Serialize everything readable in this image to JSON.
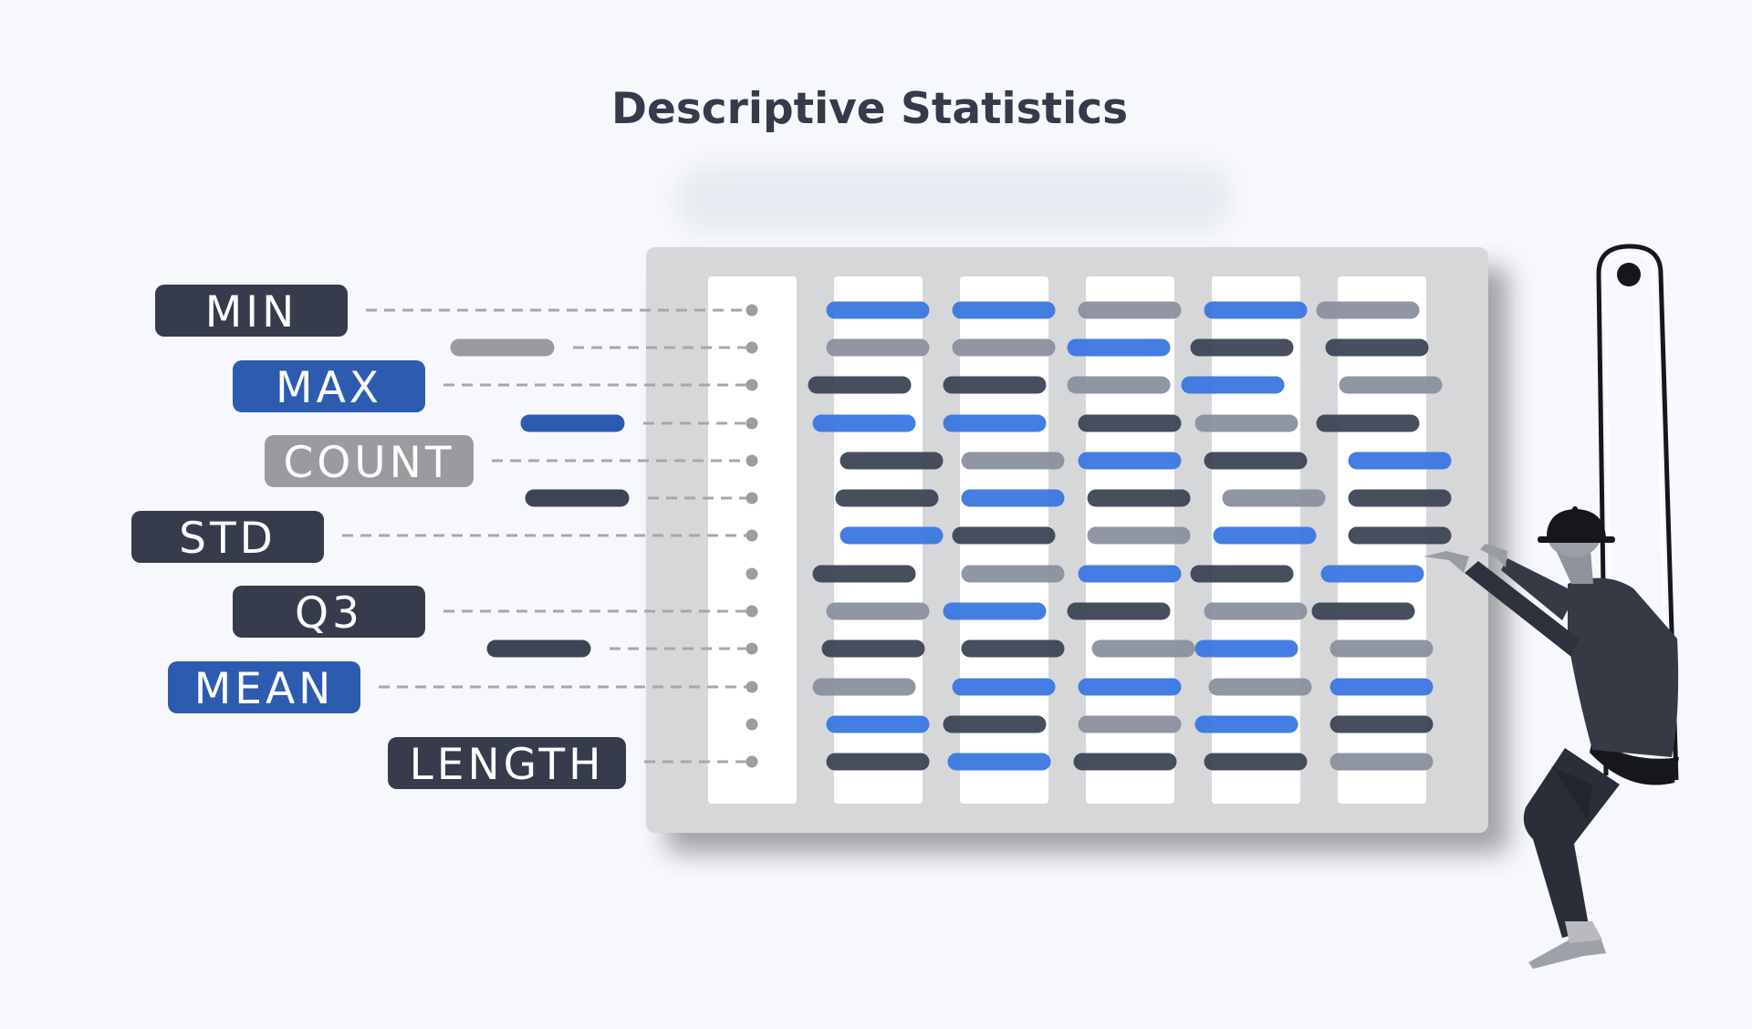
{
  "title": "Descriptive Statistics",
  "labels": [
    {
      "text": "MIN",
      "style": "dark"
    },
    {
      "text": "MAX",
      "style": "blue"
    },
    {
      "text": "COUNT",
      "style": "gray"
    },
    {
      "text": "STD",
      "style": "dark"
    },
    {
      "text": "Q3",
      "style": "dark"
    },
    {
      "text": "MEAN",
      "style": "blue"
    },
    {
      "text": "LENGTH",
      "style": "dark"
    }
  ],
  "colors": {
    "background": "#f6f8fc",
    "title": "#363b4b",
    "dark": "#363c4c",
    "blue": "#2d5bb0",
    "gray": "#9a9b9e",
    "bar_blue": "#3a77e2",
    "bar_dark": "#3d4455",
    "bar_gray": "#8a909d",
    "panel": "#d6d7d9",
    "column": "#ffffff",
    "connector": "#a5a7ab",
    "figure": "#363a45"
  },
  "icons": [
    "dotted-index-column",
    "data-columns",
    "rope-swing",
    "worker-figure-with-hard-hat"
  ]
}
